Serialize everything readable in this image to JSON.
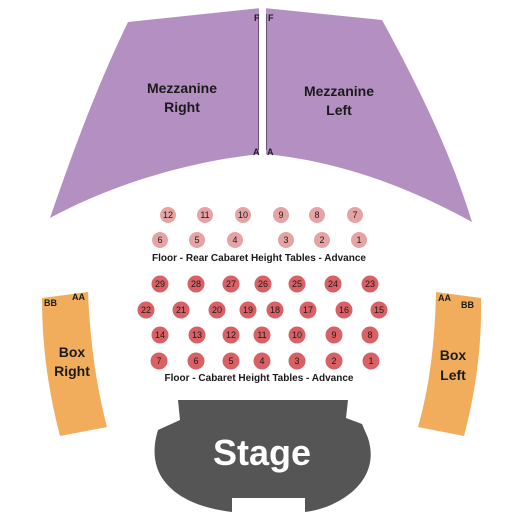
{
  "colors": {
    "mezzanine": "#b48fc1",
    "box": "#f2ad5c",
    "stage": "#555555",
    "rear_table": "#e6a3a3",
    "floor_table": "#d96064",
    "divider": "#ffffff"
  },
  "mezzanine": {
    "right": {
      "line1": "Mezzanine",
      "line2": "Right"
    },
    "left": {
      "line1": "Mezzanine",
      "line2": "Left"
    },
    "row_markers": {
      "top_left": "F",
      "top_right": "F",
      "bottom_left": "A",
      "bottom_right": "A"
    }
  },
  "rear_tables": {
    "label": "Floor - Rear Cabaret Height Tables - Advance",
    "row1": [
      "12",
      "11",
      "10",
      "9",
      "8",
      "7"
    ],
    "row2": [
      "6",
      "5",
      "4",
      "3",
      "2",
      "1"
    ]
  },
  "floor_tables": {
    "label": "Floor - Cabaret Height Tables - Advance",
    "row1": [
      "29",
      "28",
      "27",
      "26",
      "25",
      "24",
      "23"
    ],
    "row2": [
      "22",
      "21",
      "20",
      "19",
      "18",
      "17",
      "16",
      "15"
    ],
    "row3": [
      "14",
      "13",
      "12",
      "11",
      "10",
      "9",
      "8"
    ],
    "row4": [
      "7",
      "6",
      "5",
      "4",
      "3",
      "2",
      "1"
    ]
  },
  "box_right": {
    "line1": "Box",
    "line2": "Right",
    "row_a": "BB",
    "row_b": "AA"
  },
  "box_left": {
    "line1": "Box",
    "line2": "Left",
    "row_a": "AA",
    "row_b": "BB"
  },
  "stage": {
    "label": "Stage"
  }
}
